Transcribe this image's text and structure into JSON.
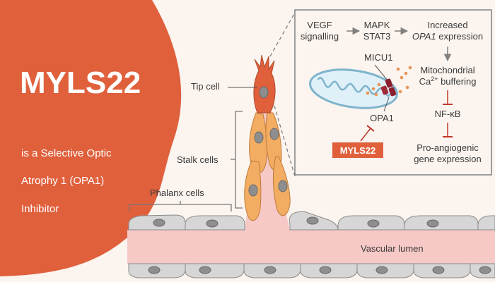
{
  "colors": {
    "brand": "#e0603c",
    "background": "#fbf4ef",
    "inhibit": "#c0392b",
    "cell_fill": "#d6d6d6",
    "stalk_cell": "#f2ad62",
    "lumen": "#f6c9c6"
  },
  "hero": {
    "title": "MYLS22",
    "line1": "is a Selective Optic",
    "line2": "Atrophy 1 (OPA1)",
    "line3": "Inhibitor"
  },
  "labels": {
    "tip_cell": "Tip cell",
    "stalk_cells": "Stalk cells",
    "phalanx_cells": "Phalanx cells",
    "vascular_lumen": "Vascular lumen"
  },
  "pathway": {
    "vegf": [
      "VEGF",
      "signalling"
    ],
    "mapk": [
      "MAPK",
      "STAT3"
    ],
    "increased": "Increased",
    "opa1_gene": "OPA1",
    "expression": " expression",
    "micu1": "MICU1",
    "mito_1": "Mitochondrial",
    "mito_ca": "Ca",
    "mito_sup": "2+",
    "mito_buff": " buffering",
    "opa1": "OPA1",
    "drug": "MYLS22",
    "nfkb": "NF-κB",
    "pro_1": "Pro-angiogenic",
    "pro_2": "gene expression"
  }
}
